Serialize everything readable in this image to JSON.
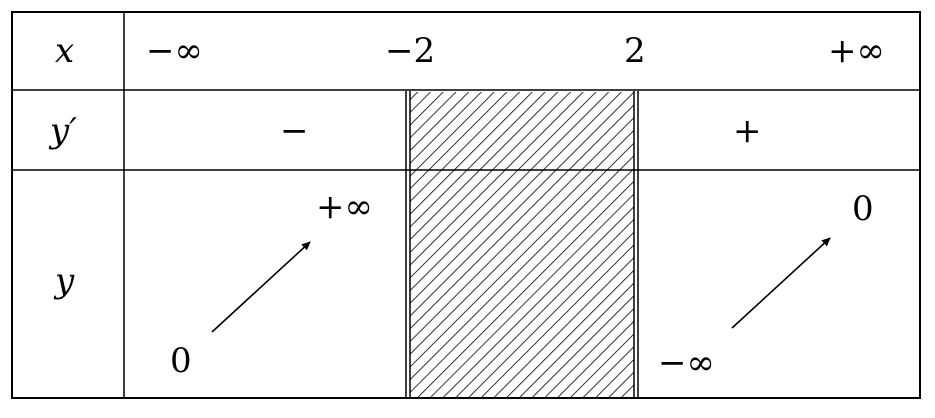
{
  "table": {
    "row_labels": {
      "x": "x",
      "y_prime": "y′",
      "y": "y"
    },
    "x_values": [
      "−∞",
      "−2",
      "2",
      "+∞"
    ],
    "derivative_signs": {
      "left": "−",
      "right": "+"
    },
    "y_values": {
      "left_start": "0",
      "left_end": "+∞",
      "right_start": "−∞",
      "right_end": "0"
    },
    "arrows": {
      "left": "increasing",
      "right": "increasing"
    },
    "undefined_interval": {
      "from": "−2",
      "to": "2",
      "pattern": "hatched"
    }
  }
}
